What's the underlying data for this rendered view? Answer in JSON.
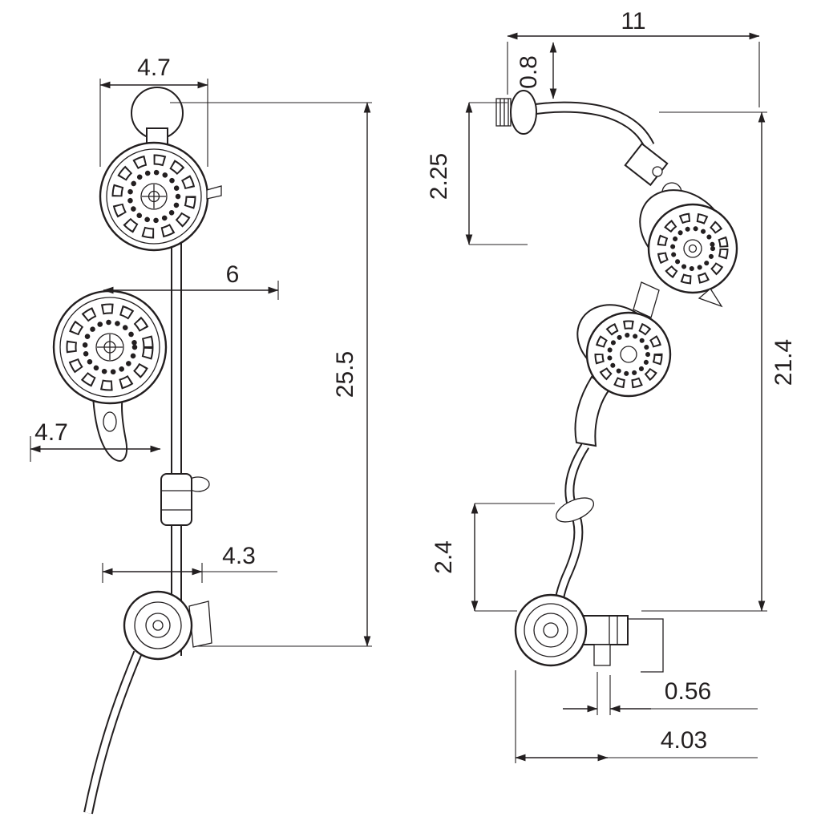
{
  "drawing": {
    "type": "technical-dimension-drawing",
    "subject": "dual shower head system with slide bar, front and side views",
    "line_color": "#231f20",
    "background": "#ffffff",
    "front_view": {
      "dims": {
        "head_diameter_top": "4.7",
        "head_to_bar": "6",
        "bar_total_height": "25.5",
        "handheld_diameter": "4.7",
        "bracket_offset": "4.3"
      }
    },
    "side_view": {
      "dims": {
        "arm_reach": "11",
        "arm_diameter": "0.8",
        "arm_drop": "2.25",
        "overall_drop": "21.4",
        "supply_height": "2.4",
        "outlet_offset": "0.56",
        "supply_reach": "4.03"
      }
    }
  }
}
